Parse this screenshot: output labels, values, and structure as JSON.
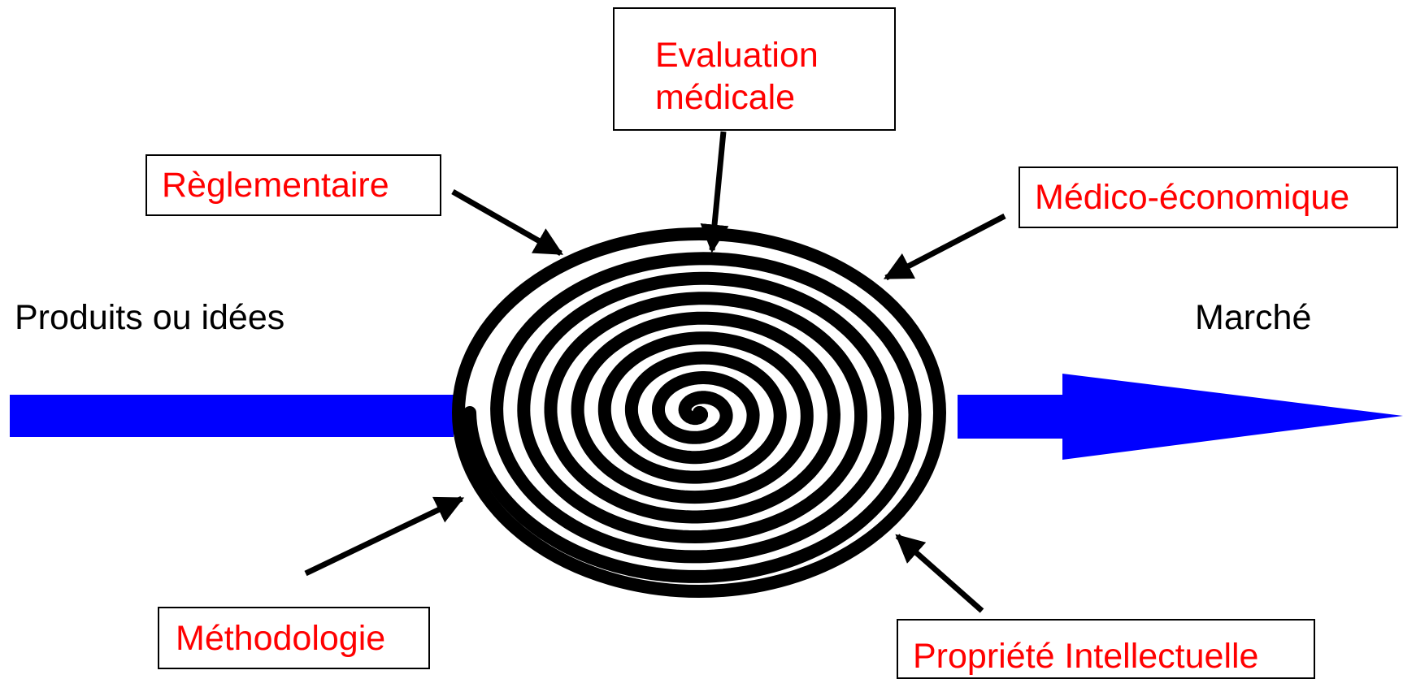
{
  "diagram": {
    "input_label": "Produits ou idées",
    "output_label": "Marché",
    "factors": {
      "evaluation": {
        "line1": "Evaluation",
        "line2": "médicale"
      },
      "reglementaire": "Règlementaire",
      "medico_economique": "Médico-économique",
      "methodologie": "Méthodologie",
      "propriete_intellectuelle": "Propriété Intellectuelle"
    },
    "colors": {
      "factor_text": "#ff0000",
      "flow_arrow": "#0000ff",
      "spiral": "#000000",
      "pointer_arrows": "#000000"
    },
    "icons": {
      "center": "spiral",
      "flow": "block-arrow"
    }
  }
}
